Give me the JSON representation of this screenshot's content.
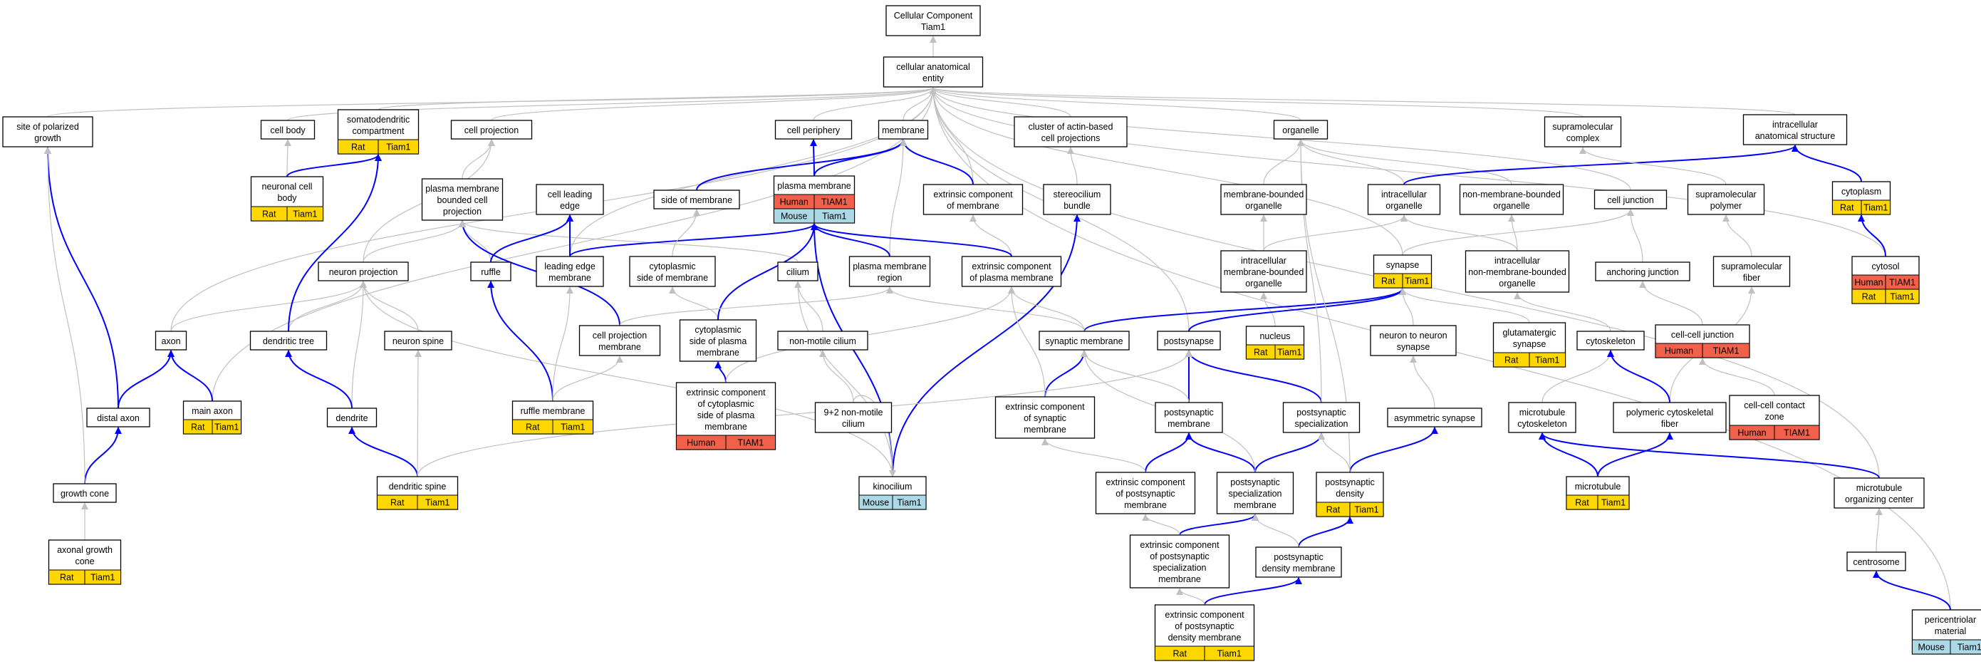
{
  "colors": {
    "Human": "#f0604a",
    "Mouse": "#add8e6",
    "Rat": "#ffd700",
    "gray_edge": "#c0c0c0",
    "blue_edge": "#0000ff"
  },
  "nodes": {
    "root": {
      "lines": [
        "Cellular Component",
        "Tiam1"
      ]
    },
    "cae": {
      "lines": [
        "cellular anatomical",
        "entity"
      ]
    },
    "spg": {
      "lines": [
        "site of polarized",
        "growth"
      ]
    },
    "cellbody": {
      "lines": [
        "cell body"
      ]
    },
    "soma": {
      "lines": [
        "somatodendritic",
        "compartment"
      ],
      "tags": [
        [
          "Rat",
          "Tiam1"
        ]
      ]
    },
    "cellproj": {
      "lines": [
        "cell projection"
      ]
    },
    "periph": {
      "lines": [
        "cell periphery"
      ]
    },
    "membrane": {
      "lines": [
        "membrane"
      ]
    },
    "actinclust": {
      "lines": [
        "cluster of actin-based",
        "cell projections"
      ]
    },
    "organelle": {
      "lines": [
        "organelle"
      ]
    },
    "supracomplex": {
      "lines": [
        "supramolecular",
        "complex"
      ]
    },
    "intranat": {
      "lines": [
        "intracellular",
        "anatomical structure"
      ]
    },
    "ncb": {
      "lines": [
        "neuronal cell",
        "body"
      ],
      "tags": [
        [
          "Rat",
          "Tiam1"
        ]
      ]
    },
    "pmbcp": {
      "lines": [
        "plasma membrane",
        "bounded cell",
        "projection"
      ]
    },
    "cle": {
      "lines": [
        "cell leading",
        "edge"
      ]
    },
    "sidemem": {
      "lines": [
        "side of membrane"
      ]
    },
    "pm": {
      "lines": [
        "plasma membrane"
      ],
      "tags": [
        [
          "Human",
          "TIAM1"
        ],
        [
          "Mouse",
          "Tiam1"
        ]
      ]
    },
    "extmem": {
      "lines": [
        "extrinsic component",
        "of membrane"
      ]
    },
    "stereo": {
      "lines": [
        "stereocilium",
        "bundle"
      ]
    },
    "mbo": {
      "lines": [
        "membrane-bounded",
        "organelle"
      ]
    },
    "intorg": {
      "lines": [
        "intracellular",
        "organelle"
      ]
    },
    "nmbo": {
      "lines": [
        "non-membrane-bounded",
        "organelle"
      ]
    },
    "celljunc": {
      "lines": [
        "cell junction"
      ]
    },
    "suprapoly": {
      "lines": [
        "supramolecular",
        "polymer"
      ]
    },
    "cytoplasm": {
      "lines": [
        "cytoplasm"
      ],
      "tags": [
        [
          "Rat",
          "Tiam1"
        ]
      ]
    },
    "neuproj": {
      "lines": [
        "neuron projection"
      ]
    },
    "ruffle": {
      "lines": [
        "ruffle"
      ]
    },
    "lem": {
      "lines": [
        "leading edge",
        "membrane"
      ]
    },
    "cytoside": {
      "lines": [
        "cytoplasmic",
        "side of membrane"
      ]
    },
    "cilium": {
      "lines": [
        "cilium"
      ]
    },
    "pmr": {
      "lines": [
        "plasma membrane",
        "region"
      ]
    },
    "extpm": {
      "lines": [
        "extrinsic component",
        "of plasma membrane"
      ]
    },
    "imbo": {
      "lines": [
        "intracellular",
        "membrane-bounded",
        "organelle"
      ]
    },
    "synapse": {
      "lines": [
        "synapse"
      ],
      "tags": [
        [
          "Rat",
          "Tiam1"
        ]
      ]
    },
    "inmbo": {
      "lines": [
        "intracellular",
        "non-membrane-bounded",
        "organelle"
      ]
    },
    "anchjunc": {
      "lines": [
        "anchoring junction"
      ]
    },
    "suprafib": {
      "lines": [
        "supramolecular",
        "fiber"
      ]
    },
    "cytosol": {
      "lines": [
        "cytosol"
      ],
      "tags": [
        [
          "Human",
          "TIAM1"
        ],
        [
          "Rat",
          "Tiam1"
        ]
      ]
    },
    "axon": {
      "lines": [
        "axon"
      ]
    },
    "dtree": {
      "lines": [
        "dendritic tree"
      ]
    },
    "nspine": {
      "lines": [
        "neuron spine"
      ]
    },
    "cpm": {
      "lines": [
        "cell projection",
        "membrane"
      ]
    },
    "cspm": {
      "lines": [
        "cytoplasmic",
        "side of plasma",
        "membrane"
      ]
    },
    "nmcilium": {
      "lines": [
        "non-motile cilium"
      ]
    },
    "synmem": {
      "lines": [
        "synaptic membrane"
      ]
    },
    "postsyn": {
      "lines": [
        "postsynapse"
      ]
    },
    "nucleus": {
      "lines": [
        "nucleus"
      ],
      "tags": [
        [
          "Rat",
          "Tiam1"
        ]
      ]
    },
    "n2n": {
      "lines": [
        "neuron to neuron",
        "synapse"
      ]
    },
    "glut": {
      "lines": [
        "glutamatergic",
        "synapse"
      ],
      "tags": [
        [
          "Rat",
          "Tiam1"
        ]
      ]
    },
    "cytoskel": {
      "lines": [
        "cytoskeleton"
      ]
    },
    "ccj": {
      "lines": [
        "cell-cell junction"
      ],
      "tags": [
        [
          "Human",
          "TIAM1"
        ]
      ]
    },
    "distal": {
      "lines": [
        "distal axon"
      ]
    },
    "mainaxon": {
      "lines": [
        "main axon"
      ],
      "tags": [
        [
          "Rat",
          "Tiam1"
        ]
      ]
    },
    "dendrite": {
      "lines": [
        "dendrite"
      ]
    },
    "ruffmem": {
      "lines": [
        "ruffle membrane"
      ],
      "tags": [
        [
          "Rat",
          "Tiam1"
        ]
      ]
    },
    "ecsp": {
      "lines": [
        "extrinsic component",
        "of cytoplasmic",
        "side of plasma",
        "membrane"
      ],
      "tags": [
        [
          "Human",
          "TIAM1"
        ]
      ]
    },
    "nine2": {
      "lines": [
        "9+2 non-motile",
        "cilium"
      ]
    },
    "ecsm": {
      "lines": [
        "extrinsic component",
        "of synaptic",
        "membrane"
      ]
    },
    "psmem": {
      "lines": [
        "postsynaptic",
        "membrane"
      ]
    },
    "pss": {
      "lines": [
        "postsynaptic",
        "specialization"
      ]
    },
    "asym": {
      "lines": [
        "asymmetric synapse"
      ]
    },
    "mtcsk": {
      "lines": [
        "microtubule",
        "cytoskeleton"
      ]
    },
    "pcf": {
      "lines": [
        "polymeric cytoskeletal",
        "fiber"
      ]
    },
    "cccz": {
      "lines": [
        "cell-cell contact",
        "zone"
      ],
      "tags": [
        [
          "Human",
          "TIAM1"
        ]
      ]
    },
    "growthcone": {
      "lines": [
        "growth cone"
      ]
    },
    "dspine": {
      "lines": [
        "dendritic spine"
      ],
      "tags": [
        [
          "Rat",
          "Tiam1"
        ]
      ]
    },
    "kino": {
      "lines": [
        "kinocilium"
      ],
      "tags": [
        [
          "Mouse",
          "Tiam1"
        ]
      ]
    },
    "ecpsm": {
      "lines": [
        "extrinsic component",
        "of postsynaptic",
        "membrane"
      ]
    },
    "pssm": {
      "lines": [
        "postsynaptic",
        "specialization",
        "membrane"
      ]
    },
    "psd": {
      "lines": [
        "postsynaptic",
        "density"
      ],
      "tags": [
        [
          "Rat",
          "Tiam1"
        ]
      ]
    },
    "microtubule": {
      "lines": [
        "microtubule"
      ],
      "tags": [
        [
          "Rat",
          "Tiam1"
        ]
      ]
    },
    "mtoc": {
      "lines": [
        "microtubule",
        "organizing center"
      ]
    },
    "agc": {
      "lines": [
        "axonal growth",
        "cone"
      ],
      "tags": [
        [
          "Rat",
          "Tiam1"
        ]
      ]
    },
    "ecpssm": {
      "lines": [
        "extrinsic component",
        "of postsynaptic",
        "specialization",
        "membrane"
      ]
    },
    "psdm": {
      "lines": [
        "postsynaptic",
        "density membrane"
      ]
    },
    "centrosome": {
      "lines": [
        "centrosome"
      ]
    },
    "ecpsdm": {
      "lines": [
        "extrinsic component",
        "of postsynaptic",
        "density membrane"
      ],
      "tags": [
        [
          "Rat",
          "Tiam1"
        ]
      ]
    },
    "pcm": {
      "lines": [
        "pericentriolar",
        "material"
      ],
      "tags": [
        [
          "Mouse",
          "Tiam1"
        ]
      ]
    }
  }
}
